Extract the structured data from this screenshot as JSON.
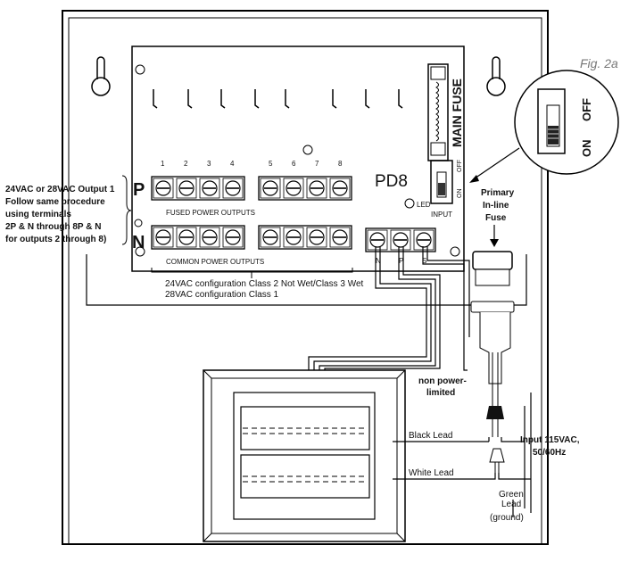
{
  "figure_label": "Fig. 2a",
  "board": {
    "name": "PD8",
    "main_fuse": "MAIN FUSE",
    "led": "LED",
    "input": "INPUT",
    "switch_on": "ON",
    "switch_off": "OFF",
    "row_p": "P",
    "row_n": "N",
    "output_numbers": [
      "1",
      "2",
      "3",
      "4",
      "5",
      "6",
      "7",
      "8"
    ],
    "fused_outputs": "FUSED  POWER  OUTPUTS",
    "common_outputs": "COMMON  POWER  OUTPUTS",
    "input_terminals": [
      "N",
      "P",
      "S"
    ]
  },
  "callouts": {
    "left_note": [
      "24VAC or 28VAC Output 1",
      "Follow same procedure",
      "using terminals",
      "2P & N through 8P & N",
      "for outputs 2 through 8)"
    ],
    "configuration": [
      "24VAC configuration Class 2 Not Wet/Class 3 Wet",
      "28VAC configuration Class 1"
    ],
    "primary_fuse": [
      "Primary",
      "In-line",
      "Fuse"
    ],
    "non_power_limited": [
      "non power-",
      "limited"
    ],
    "black_lead": "Black Lead",
    "white_lead": "White Lead",
    "input_power": [
      "Input 115VAC,",
      "50/60Hz"
    ],
    "green_lead": [
      "Green",
      "Lead"
    ],
    "ground": "(ground)"
  },
  "zoom_switch": {
    "on": "ON",
    "off": "OFF"
  }
}
